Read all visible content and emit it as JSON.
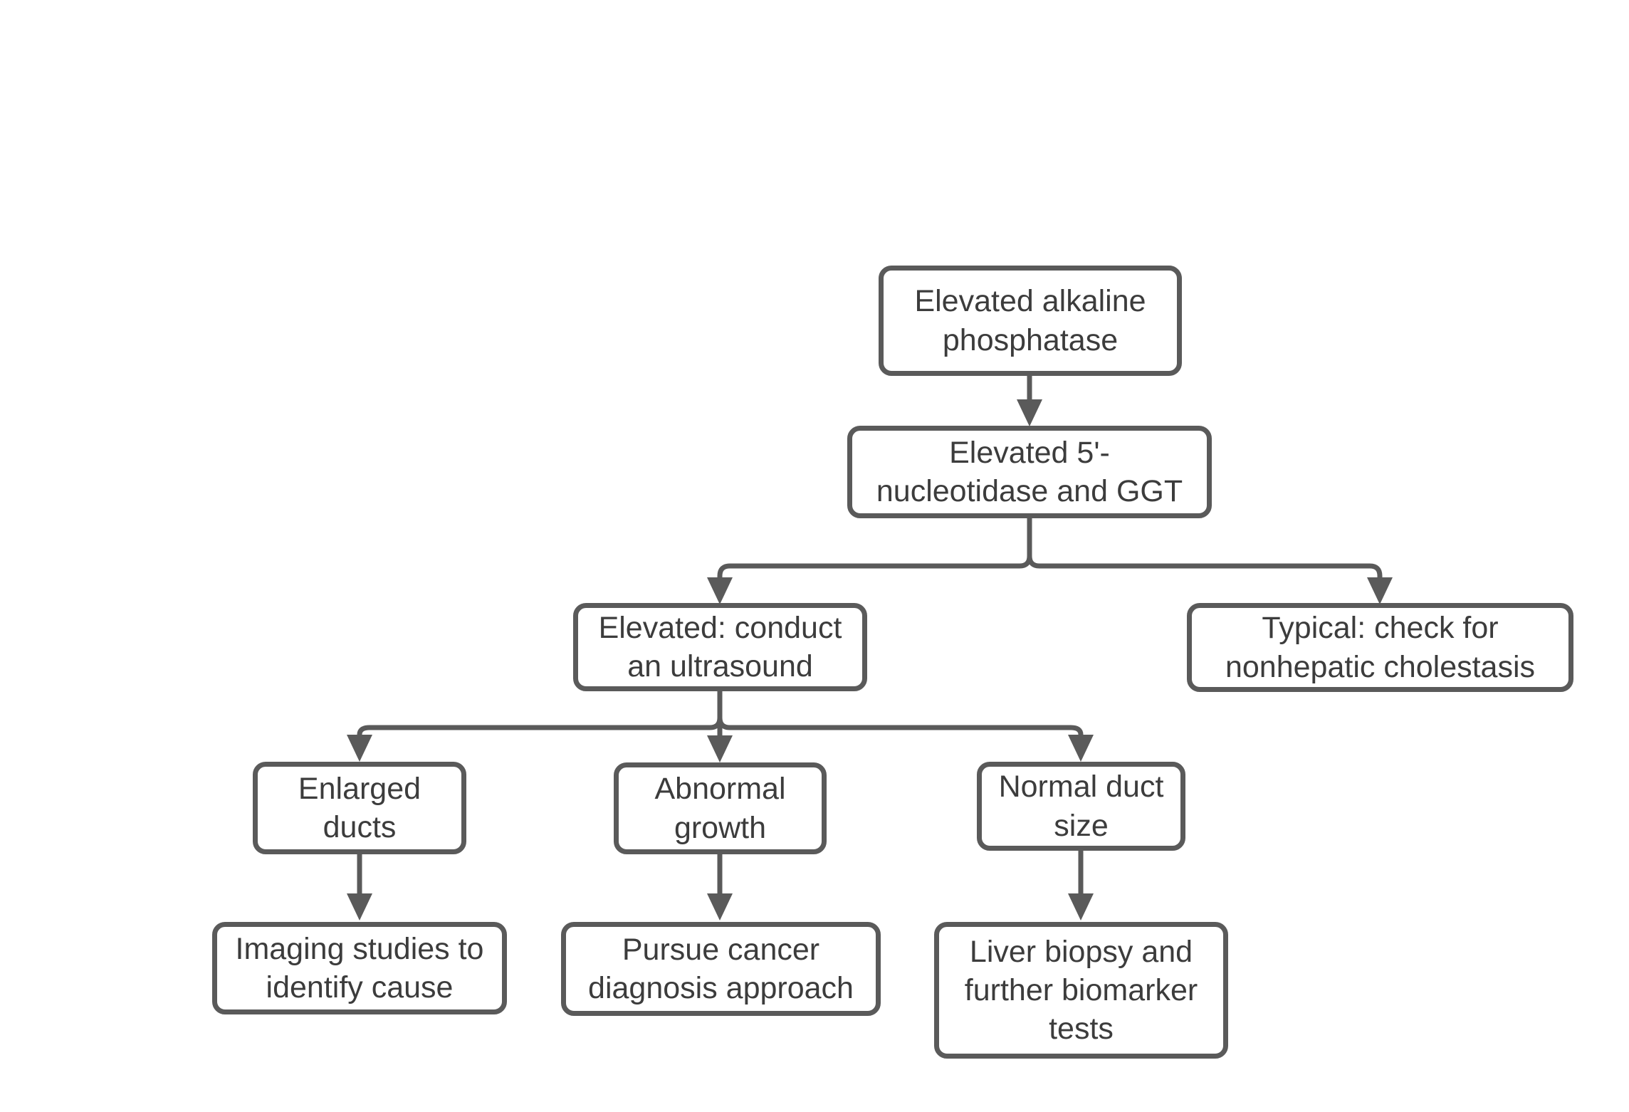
{
  "colors": {
    "background": "#ffffff",
    "node_border": "#5a5a5a",
    "node_text": "#3c3c3c",
    "connector": "#5a5a5a"
  },
  "diagram": {
    "type": "flowchart",
    "nodes": {
      "alp": {
        "label": "Elevated alkaline phosphatase"
      },
      "nucleotidase": {
        "label": "Elevated 5'-nucleotidase and GGT"
      },
      "ultrasound": {
        "label": "Elevated: conduct an ultrasound"
      },
      "typical": {
        "label": "Typical: check for nonhepatic cholestasis"
      },
      "enlarged_ducts": {
        "label": "Enlarged ducts"
      },
      "abnormal_growth": {
        "label": "Abnormal growth"
      },
      "normal_duct": {
        "label": "Normal duct size"
      },
      "imaging": {
        "label": "Imaging studies to identify cause"
      },
      "cancer": {
        "label": "Pursue cancer diagnosis approach"
      },
      "biopsy": {
        "label": "Liver biopsy and further biomarker tests"
      }
    },
    "edges": [
      {
        "from": "alp",
        "to": "nucleotidase"
      },
      {
        "from": "nucleotidase",
        "to": "ultrasound"
      },
      {
        "from": "nucleotidase",
        "to": "typical"
      },
      {
        "from": "ultrasound",
        "to": "enlarged_ducts"
      },
      {
        "from": "ultrasound",
        "to": "abnormal_growth"
      },
      {
        "from": "ultrasound",
        "to": "normal_duct"
      },
      {
        "from": "enlarged_ducts",
        "to": "imaging"
      },
      {
        "from": "abnormal_growth",
        "to": "cancer"
      },
      {
        "from": "normal_duct",
        "to": "biopsy"
      }
    ]
  }
}
